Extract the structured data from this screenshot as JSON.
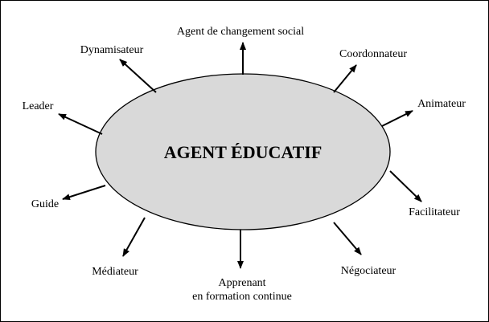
{
  "diagram": {
    "center_label": "AGENT ÉDUCATIF",
    "roles": {
      "agent_changement": "Agent de changement social",
      "coordonnateur": "Coordonnateur",
      "animateur": "Animateur",
      "facilitateur": "Facilitateur",
      "negociateur": "Négociateur",
      "apprenant_line1": "Apprenant",
      "apprenant_line2": "en formation continue",
      "mediateur": "Médiateur",
      "guide": "Guide",
      "leader": "Leader",
      "dynamisateur": "Dynamisateur"
    },
    "colors": {
      "ellipse_fill": "#d9d9d9",
      "stroke": "#000000"
    }
  }
}
